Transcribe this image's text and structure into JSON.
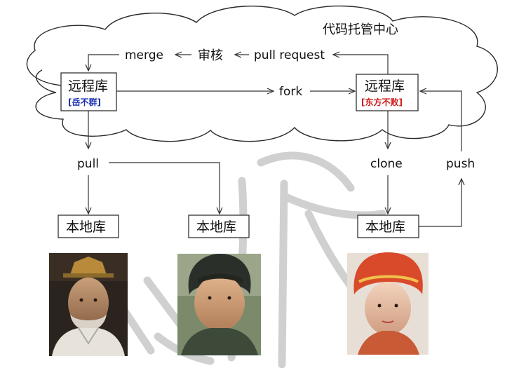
{
  "cloud_title": "代码托管中心",
  "flow_labels": {
    "merge": "merge",
    "review": "审核",
    "pull_request": "pull request",
    "fork": "fork",
    "pull": "pull",
    "clone": "clone",
    "push": "push"
  },
  "remote_left": {
    "name": "远程库",
    "owner": "[岳不群]"
  },
  "remote_right": {
    "name": "远程库",
    "owner": "[东方不败]"
  },
  "local_repos": [
    {
      "name": "本地库"
    },
    {
      "name": "本地库"
    },
    {
      "name": "本地库"
    }
  ],
  "portraits": [
    {
      "subject": "portrait-man-with-crown-and-beard"
    },
    {
      "subject": "portrait-young-man-looking-up"
    },
    {
      "subject": "portrait-woman-with-red-headdress"
    }
  ],
  "colors": {
    "owner_left": "#1a2fb0",
    "owner_right": "#d11a1a",
    "line": "#333333",
    "watermark": "#c8c8c8"
  }
}
